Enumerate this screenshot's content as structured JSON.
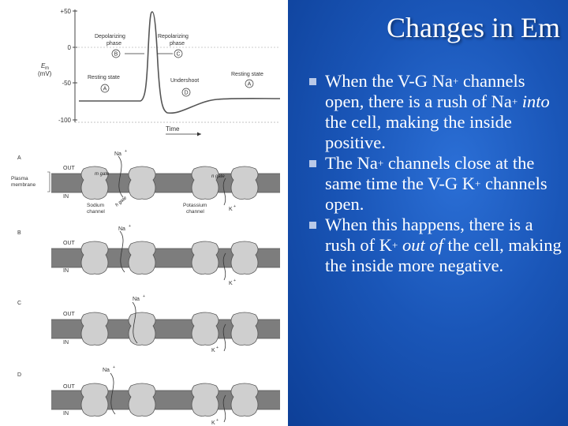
{
  "slide": {
    "title": "Changes in Em",
    "bullets": [
      {
        "parts": [
          {
            "t": "When the V-G Na"
          },
          {
            "t": "+",
            "sup": true
          },
          {
            "t": " channels open, there is a rush of Na"
          },
          {
            "t": "+",
            "sup": true
          },
          {
            "t": " "
          },
          {
            "t": "into",
            "i": true
          },
          {
            "t": " the cell, making the inside positive."
          }
        ]
      },
      {
        "parts": [
          {
            "t": "The Na"
          },
          {
            "t": "+",
            "sup": true
          },
          {
            "t": " channels close at the same time the V-G K"
          },
          {
            "t": "+",
            "sup": true
          },
          {
            "t": " channels open."
          }
        ]
      },
      {
        "parts": [
          {
            "t": "When this happens, there is a rush of K"
          },
          {
            "t": "+",
            "sup": true
          },
          {
            "t": " "
          },
          {
            "t": "out of",
            "i": true
          },
          {
            "t": " the cell, making the inside more negative."
          }
        ]
      }
    ]
  },
  "figure": {
    "graph": {
      "y_ticks": [
        "+50",
        "0",
        "-50",
        "-100"
      ],
      "y_label_line1": "E",
      "y_label_sub": "m",
      "y_label_line2": "(mV)",
      "x_label": "Time",
      "depolarizing_line1": "Depolarizing",
      "depolarizing_line2": "phase",
      "repolarizing_line1": "Repolarizing",
      "repolarizing_line2": "phase",
      "resting_state_left": "Resting state",
      "resting_state_right": "Resting state",
      "undershoot": "Undershoot",
      "markers": [
        "A",
        "B",
        "C",
        "D",
        "A"
      ]
    },
    "panels": [
      {
        "letter": "A"
      },
      {
        "letter": "B"
      },
      {
        "letter": "C"
      },
      {
        "letter": "D"
      }
    ],
    "labels": {
      "out": "OUT",
      "in": "IN",
      "plasma_line1": "Plasma",
      "plasma_line2": "membrane",
      "m_gate": "m gate",
      "n_gate": "n gate",
      "h_gate": "h gate",
      "sodium_line1": "Sodium",
      "sodium_line2": "channel",
      "potassium_line1": "Potassium",
      "potassium_line2": "channel",
      "na_ion": "Na",
      "k_ion": "K",
      "plus": "+"
    }
  }
}
